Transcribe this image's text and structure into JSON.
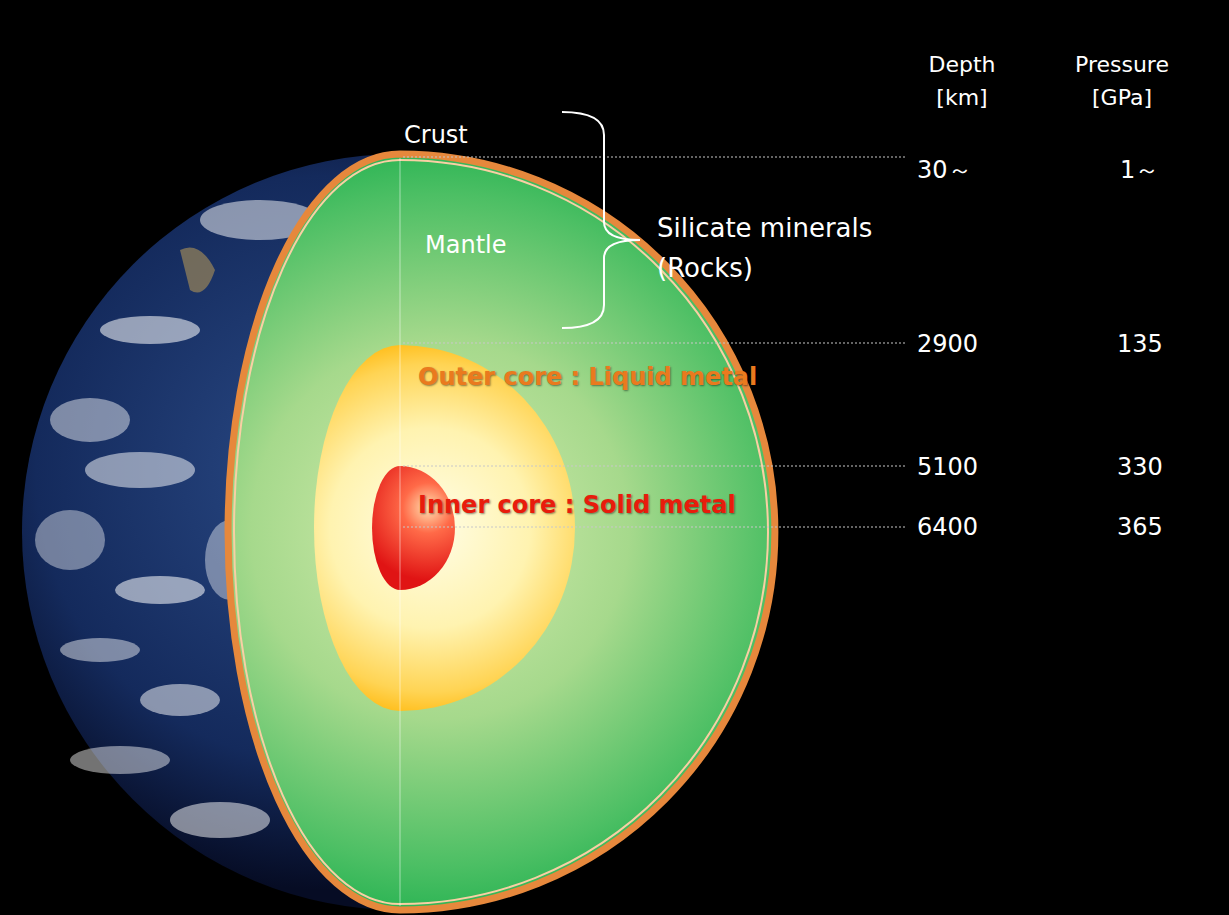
{
  "diagram": {
    "labels": [
      "Crust",
      "Mantle",
      "Silicate minerals (Rocks)",
      "Outer core : Liquid metal",
      "Inner core : Solid metal",
      "Depth [km]",
      "Pressure [GPa]",
      "30～",
      "1～",
      "2900",
      "135",
      "5100",
      "330",
      "6400",
      "365"
    ]
  }
}
